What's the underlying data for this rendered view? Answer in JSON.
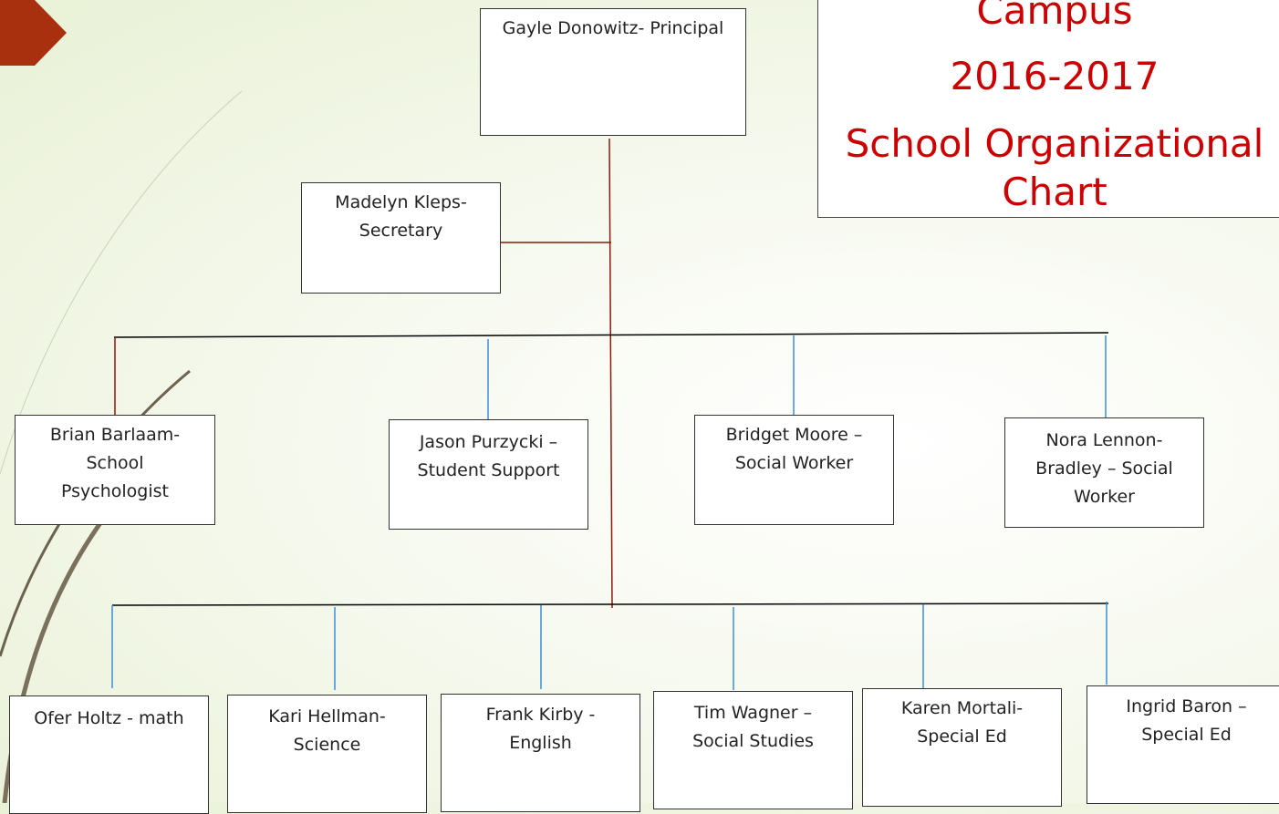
{
  "title": {
    "line1": "Campus",
    "line2": "2016-2017",
    "line3": "School Organizational",
    "line4": "Chart",
    "color": "#cc0000"
  },
  "colors": {
    "accent_arrow": "#a8300f",
    "connector_red": "#8b1a0a",
    "connector_blue": "#3a8fd9",
    "connector_black": "#000000"
  },
  "principal": {
    "lines": [
      "Gayle Donowitz- Principal"
    ]
  },
  "secretary": {
    "lines": [
      "Madelyn Kleps-",
      "Secretary"
    ]
  },
  "support_staff": [
    {
      "lines": [
        "Brian Barlaam-",
        "School",
        "Psychologist"
      ]
    },
    {
      "lines": [
        "Jason Purzycki –",
        "Student Support"
      ]
    },
    {
      "lines": [
        "Bridget Moore –",
        "Social Worker"
      ]
    },
    {
      "lines": [
        "Nora Lennon-",
        "Bradley – Social",
        "Worker"
      ]
    }
  ],
  "teachers": [
    {
      "lines": [
        "Ofer Holtz - math"
      ]
    },
    {
      "lines": [
        "Kari Hellman-",
        "Science"
      ]
    },
    {
      "lines": [
        "Frank Kirby -",
        "English"
      ]
    },
    {
      "lines": [
        "Tim Wagner –",
        "Social Studies"
      ]
    },
    {
      "lines": [
        "Karen Mortali-",
        "Special Ed"
      ]
    },
    {
      "lines": [
        "Ingrid Baron –",
        "Special Ed"
      ]
    }
  ]
}
